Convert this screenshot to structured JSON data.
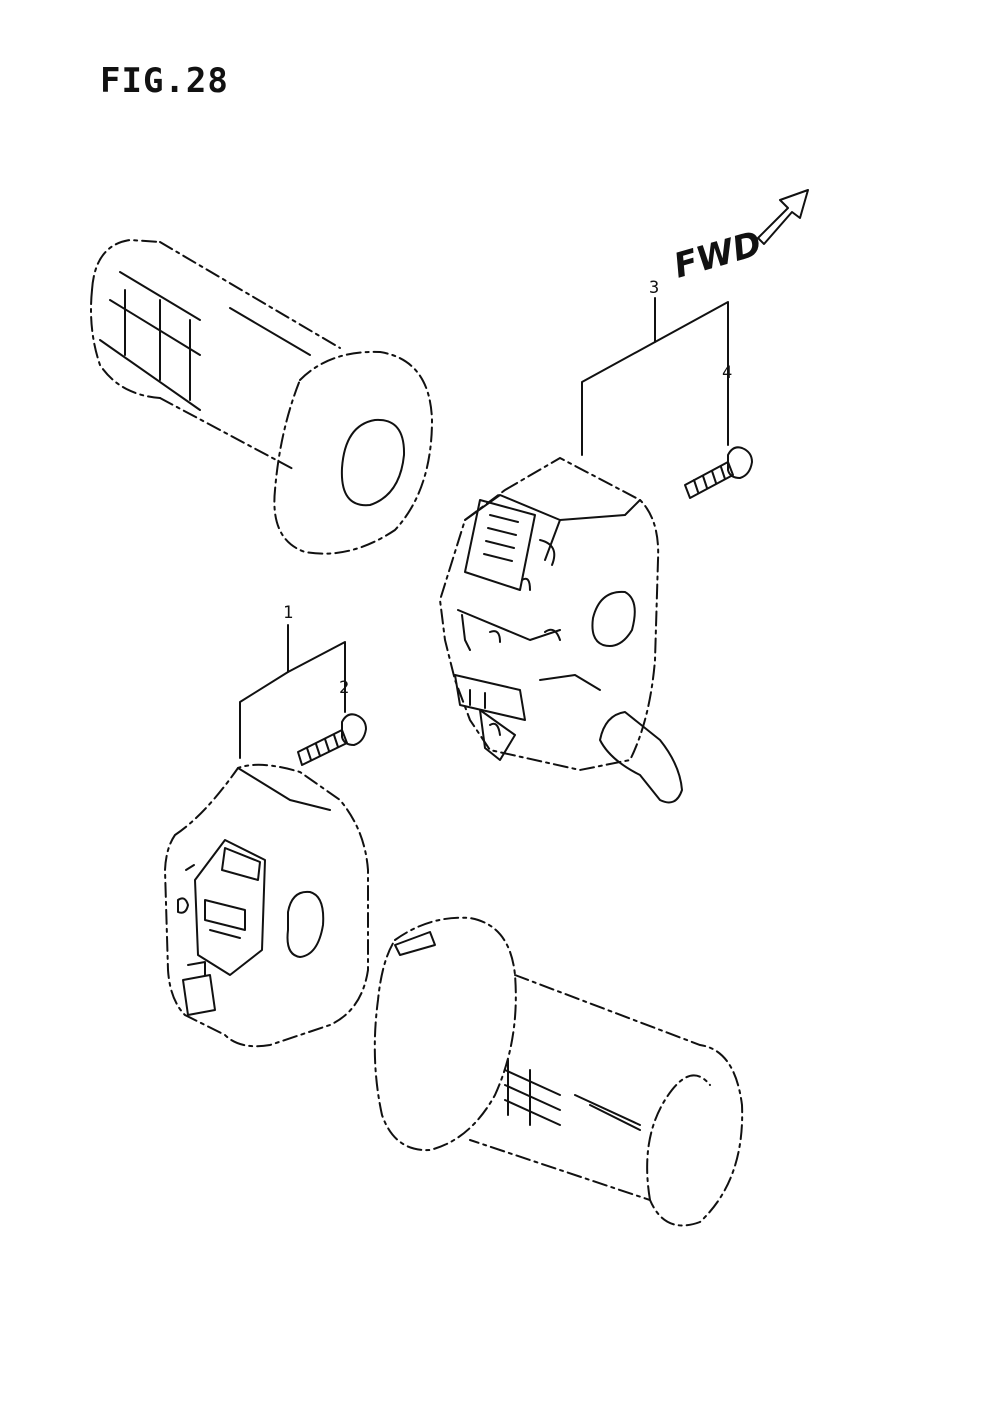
{
  "figure": {
    "title": "FIG.28"
  },
  "direction": {
    "label": "FWD"
  },
  "callouts": [
    {
      "number": "1"
    },
    {
      "number": "2"
    },
    {
      "number": "3"
    },
    {
      "number": "4"
    }
  ]
}
